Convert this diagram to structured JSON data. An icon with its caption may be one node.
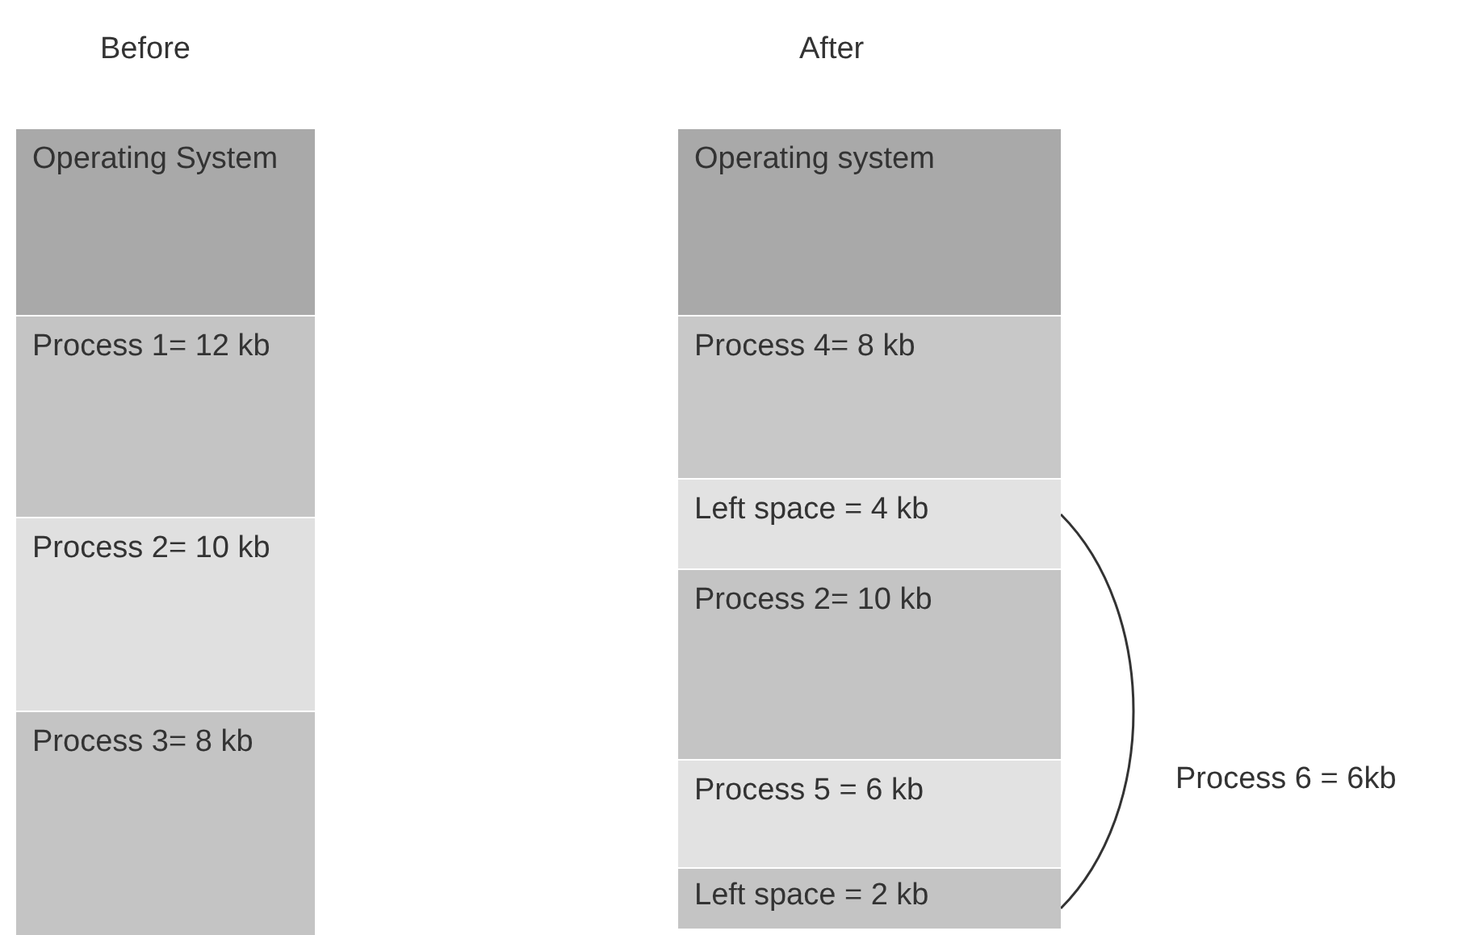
{
  "diagram": {
    "nodes": [
      {
        "text": [
          "Operating System"
        ]
      },
      {
        "text": [
          "Process 1= 12 kb"
        ]
      },
      {
        "text": [
          "Process 2= 10 kb"
        ]
      },
      {
        "text": [
          "Process 3= 8 kb"
        ]
      },
      {
        "text": [
          "Operating system"
        ]
      },
      {
        "text": [
          "Process 4= 8 kb"
        ]
      },
      {
        "text": [
          "Left space = 4 kb"
        ]
      },
      {
        "text": [
          "Process 2= 10 kb"
        ]
      },
      {
        "text": [
          "Process 5 = 6 kb"
        ]
      },
      {
        "text": [
          "Left space = 2 kb"
        ]
      }
    ],
    "edges": [
      {
        "from": 6,
        "to": 9,
        "arrow": "none"
      }
    ],
    "labels": [
      "Before",
      "After",
      "Process 6 = 6kb"
    ]
  }
}
